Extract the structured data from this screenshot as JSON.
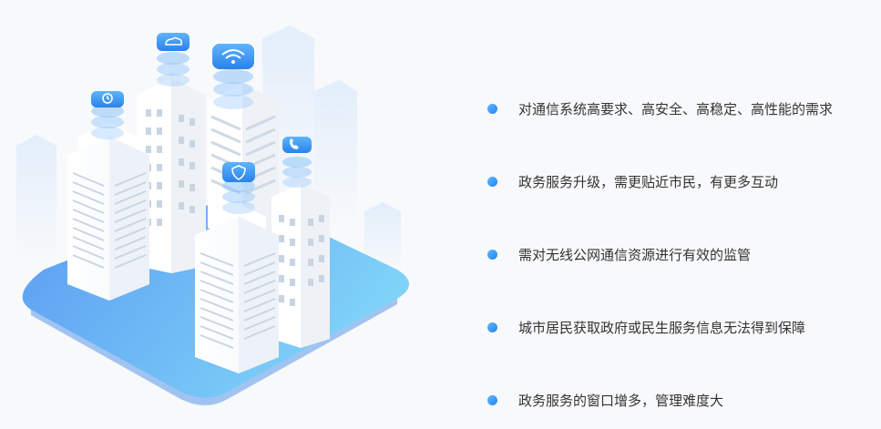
{
  "colors": {
    "accent": "#2f8ff0",
    "text": "#333333",
    "background": "#f8f9fb",
    "platform": "#6aaef5",
    "icon_badge": "#3d94f2"
  },
  "illustration_icons": [
    "clock-icon",
    "cloud-icon",
    "wifi-icon",
    "shield-icon",
    "phone-icon"
  ],
  "bullets": [
    "对通信系统高要求、高安全、高稳定、高性能的需求",
    "政务服务升级，需更贴近市民，有更多互动",
    "需对无线公网通信资源进行有效的监管",
    "城市居民获取政府或民生服务信息无法得到保障",
    "政务服务的窗口增多，管理难度大"
  ]
}
